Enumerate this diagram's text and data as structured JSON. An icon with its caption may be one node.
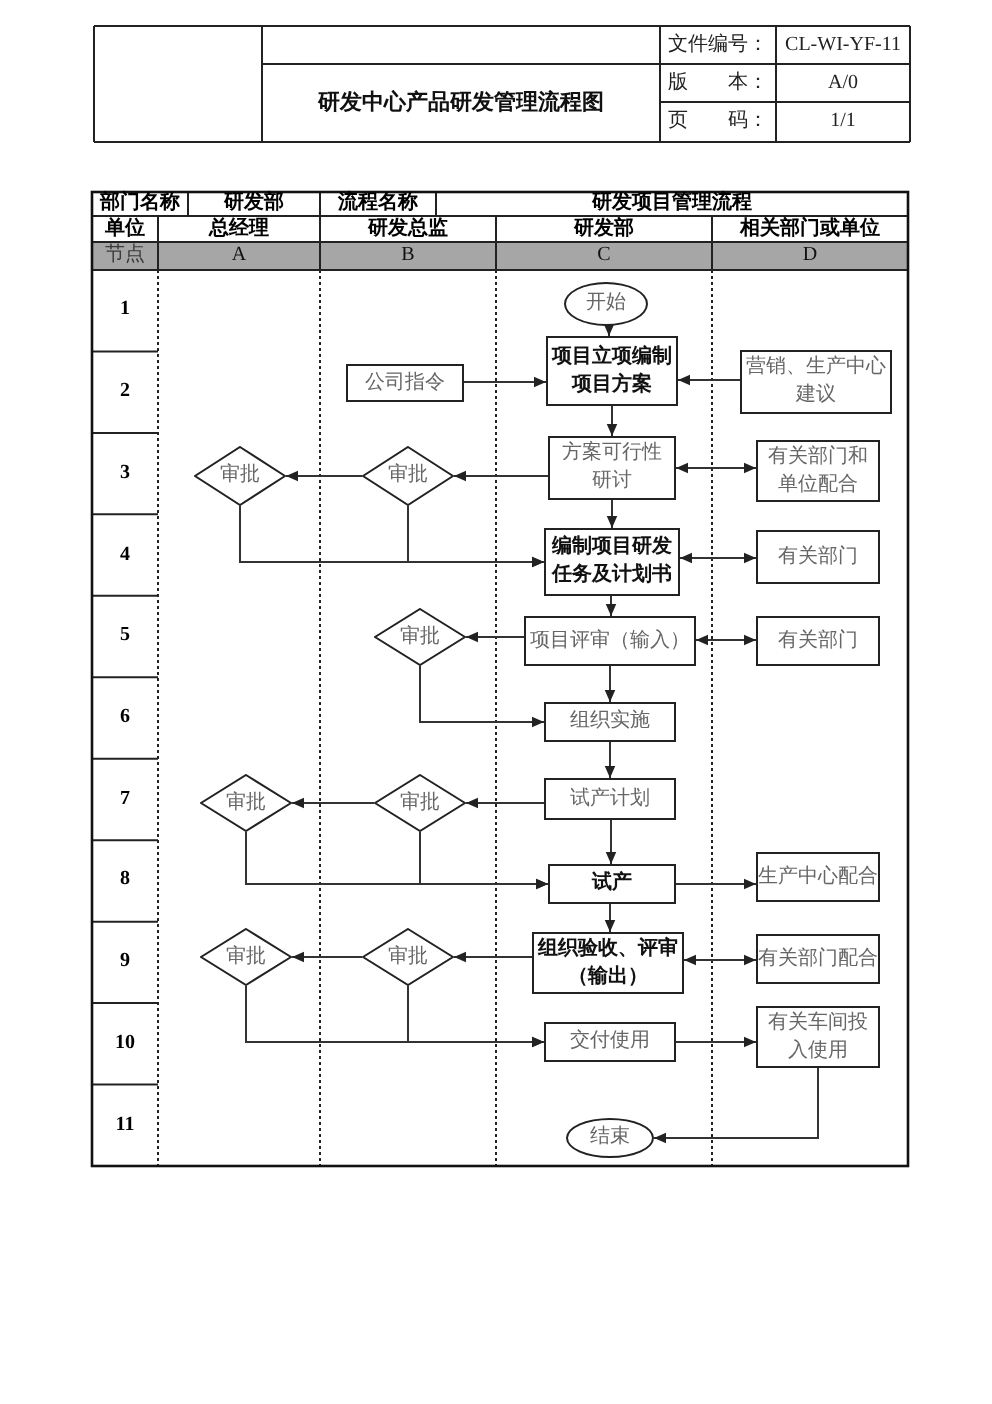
{
  "diagram": {
    "title": "研发中心产品研发管理流程图",
    "nodes": [
      {
        "text": [
          "开始"
        ]
      },
      {
        "text": [
          "公司指令"
        ]
      },
      {
        "text": [
          "项目立项编制项目方案"
        ]
      },
      {
        "text": [
          "营销、生产中心建议"
        ]
      },
      {
        "text": [
          "审批"
        ]
      },
      {
        "text": [
          "审批"
        ]
      },
      {
        "text": [
          "方案可行性研讨"
        ]
      },
      {
        "text": [
          "有关部门和单位配合"
        ]
      },
      {
        "text": [
          "编制项目研发任务及计划书"
        ]
      },
      {
        "text": [
          "有关部门"
        ]
      },
      {
        "text": [
          "审批"
        ]
      },
      {
        "text": [
          "项目评审（输入）"
        ]
      },
      {
        "text": [
          "有关部门"
        ]
      },
      {
        "text": [
          "组织实施"
        ]
      },
      {
        "text": [
          "审批"
        ]
      },
      {
        "text": [
          "审批"
        ]
      },
      {
        "text": [
          "试产计划"
        ]
      },
      {
        "text": [
          "试产"
        ]
      },
      {
        "text": [
          "生产中心配合"
        ]
      },
      {
        "text": [
          "审批"
        ]
      },
      {
        "text": [
          "审批"
        ]
      },
      {
        "text": [
          "组织验收、评审（输出）"
        ]
      },
      {
        "text": [
          "有关部门配合"
        ]
      },
      {
        "text": [
          "交付使用"
        ]
      },
      {
        "text": [
          "有关车间投入使用"
        ]
      },
      {
        "text": [
          "结束"
        ]
      }
    ],
    "edges": [
      {
        "from": 0,
        "to": 2,
        "arrow": "to"
      },
      {
        "from": 1,
        "to": 2,
        "arrow": "to"
      },
      {
        "from": 3,
        "to": 2,
        "arrow": "to"
      },
      {
        "from": 2,
        "to": 6,
        "arrow": "to"
      },
      {
        "from": 6,
        "to": 5,
        "arrow": "to"
      },
      {
        "from": 5,
        "to": 4,
        "arrow": "to"
      },
      {
        "from": 6,
        "to": 7,
        "arrow": "both"
      },
      {
        "from": 4,
        "to": 8,
        "arrow": "to"
      },
      {
        "from": 5,
        "to": 8,
        "arrow": "to"
      },
      {
        "from": 6,
        "to": 8,
        "arrow": "to"
      },
      {
        "from": 8,
        "to": 9,
        "arrow": "both"
      },
      {
        "from": 8,
        "to": 11,
        "arrow": "to"
      },
      {
        "from": 11,
        "to": 10,
        "arrow": "to"
      },
      {
        "from": 11,
        "to": 12,
        "arrow": "both"
      },
      {
        "from": 10,
        "to": 13,
        "arrow": "to"
      },
      {
        "from": 11,
        "to": 13,
        "arrow": "to"
      },
      {
        "from": 13,
        "to": 16,
        "arrow": "to"
      },
      {
        "from": 16,
        "to": 15,
        "arrow": "to"
      },
      {
        "from": 15,
        "to": 14,
        "arrow": "to"
      },
      {
        "from": 14,
        "to": 17,
        "arrow": "to"
      },
      {
        "from": 15,
        "to": 17,
        "arrow": "to"
      },
      {
        "from": 16,
        "to": 17,
        "arrow": "to"
      },
      {
        "from": 17,
        "to": 18,
        "arrow": "to"
      },
      {
        "from": 17,
        "to": 21,
        "arrow": "to"
      },
      {
        "from": 21,
        "to": 20,
        "arrow": "to"
      },
      {
        "from": 20,
        "to": 19,
        "arrow": "to"
      },
      {
        "from": 21,
        "to": 22,
        "arrow": "both"
      },
      {
        "from": 19,
        "to": 23,
        "arrow": "to"
      },
      {
        "from": 20,
        "to": 23,
        "arrow": "to"
      },
      {
        "from": 23,
        "to": 24,
        "arrow": "to"
      },
      {
        "from": 24,
        "to": 25,
        "arrow": "to"
      }
    ],
    "labels": [
      "文件编号：",
      "CL-WI-YF-11",
      "版　　本：",
      "A/0",
      "页　　码：",
      "1/1",
      "部门名称",
      "研发部",
      "流程名称",
      "研发项目管理流程",
      "单位",
      "总经理",
      "研发总监",
      "研发部",
      "相关部门或单位",
      "节点",
      "A",
      "B",
      "C",
      "D",
      "1",
      "2",
      "3",
      "4",
      "5",
      "6",
      "7",
      "8",
      "9",
      "10",
      "11"
    ]
  }
}
